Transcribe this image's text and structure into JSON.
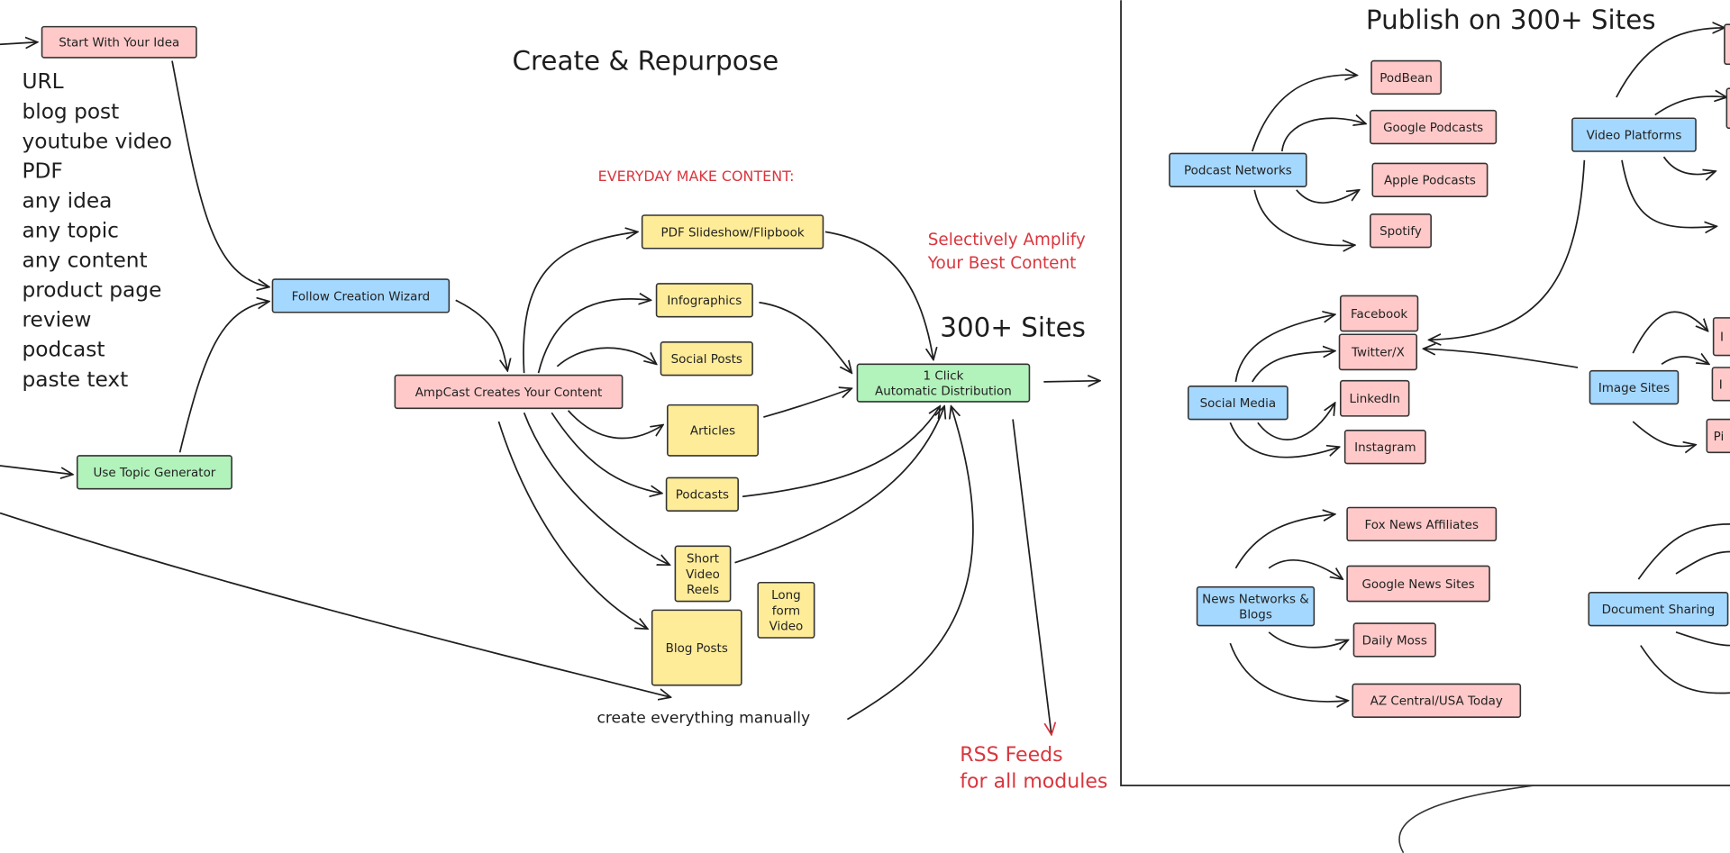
{
  "colors": {
    "pink": "#ffc9c9",
    "blue": "#a5d8ff",
    "green": "#b2f2bb",
    "yellow": "#ffec99",
    "red_text": "#d9363e",
    "stroke": "#1e1e1e"
  },
  "left": {
    "title": "Create & Repurpose",
    "inputs": [
      "URL",
      "blog post",
      "youtube video",
      "PDF",
      "any idea",
      "any topic",
      "any content",
      "product page",
      "review",
      "podcast",
      "paste text"
    ],
    "everyday_label": "EVERYDAY MAKE CONTENT:",
    "amplify_label": [
      "Selectively Amplify",
      "Your Best Content"
    ],
    "sites_label": "300+ Sites",
    "manual_label": "create everything manually",
    "rss_label": [
      "RSS Feeds",
      "for all modules"
    ]
  },
  "right": {
    "title": "Publish on 300+ Sites"
  },
  "nodes": [
    {
      "id": "start",
      "label": "Start With Your Idea",
      "color": "pink"
    },
    {
      "id": "wizard",
      "label": "Follow Creation Wizard",
      "color": "blue"
    },
    {
      "id": "topic",
      "label": "Use Topic Generator",
      "color": "green"
    },
    {
      "id": "ampcast",
      "label": "AmpCast Creates Your Content",
      "color": "pink"
    },
    {
      "id": "pdf",
      "label": "PDF Slideshow/Flipbook",
      "color": "yellow"
    },
    {
      "id": "info",
      "label": "Infographics",
      "color": "yellow"
    },
    {
      "id": "social_posts",
      "label": "Social Posts",
      "color": "yellow"
    },
    {
      "id": "articles",
      "label": "Articles",
      "color": "yellow"
    },
    {
      "id": "podcasts",
      "label": "Podcasts",
      "color": "yellow"
    },
    {
      "id": "reels",
      "label": "Short\nVideo\nReels",
      "color": "yellow"
    },
    {
      "id": "longform",
      "label": "Long\nform\nVideo",
      "color": "yellow"
    },
    {
      "id": "blog",
      "label": "Blog Posts",
      "color": "yellow"
    },
    {
      "id": "dist",
      "label": "1 Click\nAutomatic Distribution",
      "color": "green"
    },
    {
      "id": "podnet",
      "label": "Podcast Networks",
      "color": "blue"
    },
    {
      "id": "podbean",
      "label": "PodBean",
      "color": "pink"
    },
    {
      "id": "gpod",
      "label": "Google Podcasts",
      "color": "pink"
    },
    {
      "id": "apod",
      "label": "Apple Podcasts",
      "color": "pink"
    },
    {
      "id": "spotify",
      "label": "Spotify",
      "color": "pink"
    },
    {
      "id": "socialmedia",
      "label": "Social Media",
      "color": "blue"
    },
    {
      "id": "facebook",
      "label": "Facebook",
      "color": "pink"
    },
    {
      "id": "twitter",
      "label": "Twitter/X",
      "color": "pink"
    },
    {
      "id": "linkedin",
      "label": "LinkedIn",
      "color": "pink"
    },
    {
      "id": "instagram",
      "label": "Instagram",
      "color": "pink"
    },
    {
      "id": "news",
      "label": "News Networks &\nBlogs",
      "color": "blue"
    },
    {
      "id": "fox",
      "label": "Fox News Affiliates",
      "color": "pink"
    },
    {
      "id": "gnews",
      "label": "Google News Sites",
      "color": "pink"
    },
    {
      "id": "dailymoss",
      "label": "Daily Moss",
      "color": "pink"
    },
    {
      "id": "azc",
      "label": "AZ Central/USA Today",
      "color": "pink"
    },
    {
      "id": "video",
      "label": "Video Platforms",
      "color": "blue"
    },
    {
      "id": "image",
      "label": "Image Sites",
      "color": "blue"
    },
    {
      "id": "docs",
      "label": "Document Sharing",
      "color": "blue"
    },
    {
      "id": "img1",
      "label": "I",
      "color": "pink"
    },
    {
      "id": "img2",
      "label": "I",
      "color": "pink"
    },
    {
      "id": "img3",
      "label": "Pi",
      "color": "pink"
    },
    {
      "id": "vid1",
      "label": "",
      "color": "pink"
    },
    {
      "id": "vid2",
      "label": "",
      "color": "pink"
    }
  ]
}
